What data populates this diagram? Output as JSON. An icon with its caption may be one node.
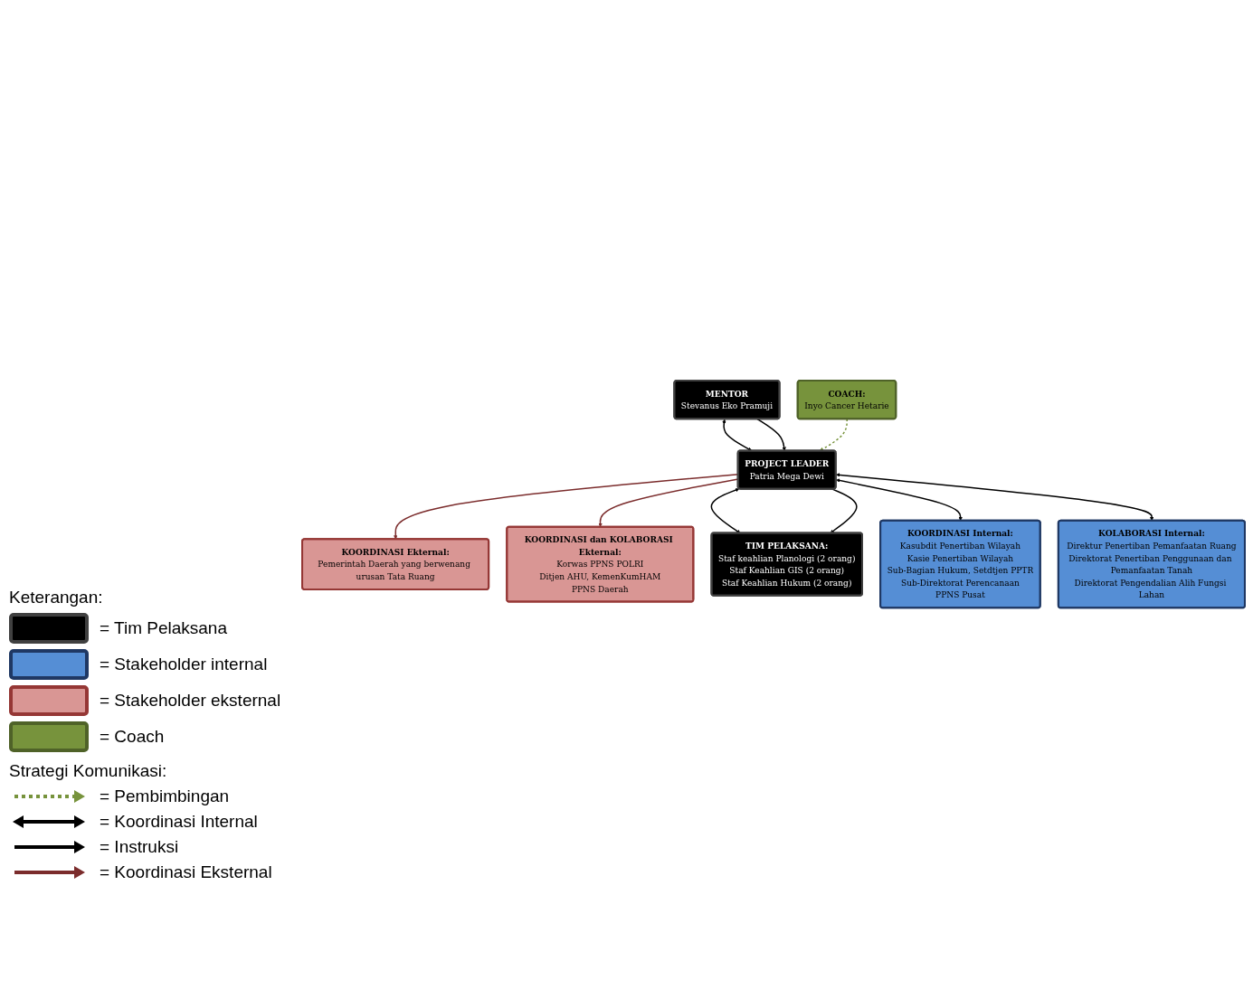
{
  "diagram": {
    "nodes": [
      {
        "text": [
          "MENTOR",
          "Stevanus Eko Pramuji"
        ]
      },
      {
        "text": [
          "COACH:",
          "Inyo Cancer Hetarie"
        ]
      },
      {
        "text": [
          "PROJECT LEADER",
          "Patria Mega Dewi"
        ]
      },
      {
        "text": [
          "KOORDINASI Ekternal:",
          "Pemerintah Daerah yang berwenang urusan Tata Ruang"
        ]
      },
      {
        "text": [
          "KOORDINASI dan KOLABORASI Ekternal:",
          "Korwas PPNS POLRI",
          "Ditjen AHU, KemenKumHAM",
          "PPNS Daerah"
        ]
      },
      {
        "text": [
          "TIM PELAKSANA:",
          "Staf keahlian Planologi (2 orang)",
          "Staf Keahlian GIS (2 orang)",
          "Staf Keahlian Hukum (2 orang)"
        ]
      },
      {
        "text": [
          "KOORDINASI Internal:",
          "Kasubdit Penertiban Wilayah",
          "Kasie Penertiban Wilayah",
          "Sub-Bagian Hukum, Setdtjen PPTR",
          "Sub-Direktorat Perencanaan",
          "PPNS Pusat"
        ]
      },
      {
        "text": [
          "KOLABORASI Internal:",
          "Direktur Penertiban Pemanfaatan Ruang",
          "Direktorat Penertiban Penggunaan dan Pemanfaatan Tanah",
          "Direktorat Pengendalian Alih Fungsi Lahan"
        ]
      }
    ],
    "edges": [
      {
        "from": 0,
        "to": 2,
        "arrow": "both"
      },
      {
        "from": 0,
        "to": 2,
        "arrow": "to"
      },
      {
        "from": 1,
        "to": 2,
        "arrow": "to",
        "style": "dashed",
        "color": "#77933c"
      },
      {
        "from": 2,
        "to": 3,
        "arrow": "to",
        "color": "#7b2c2c"
      },
      {
        "from": 2,
        "to": 4,
        "arrow": "to",
        "color": "#7b2c2c"
      },
      {
        "from": 2,
        "to": 5,
        "arrow": "both"
      },
      {
        "from": 2,
        "to": 5,
        "arrow": "to"
      },
      {
        "from": 2,
        "to": 6,
        "arrow": "both"
      },
      {
        "from": 2,
        "to": 7,
        "arrow": "both"
      }
    ],
    "labels": [
      "Keterangan:",
      "Strategi Komunikasi:"
    ],
    "legend": [
      {
        "text": "= Tim Pelaksana",
        "color": "#000000"
      },
      {
        "text": "= Stakeholder internal",
        "color": "#558ed5"
      },
      {
        "text": "= Stakeholder eksternal",
        "color": "#d99694"
      },
      {
        "text": "= Coach",
        "color": "#77933c"
      },
      {
        "text": "= Pembimbingan"
      },
      {
        "text": "= Koordinasi Internal"
      },
      {
        "text": "= Instruksi"
      },
      {
        "text": "= Koordinasi Eksternal"
      }
    ]
  }
}
